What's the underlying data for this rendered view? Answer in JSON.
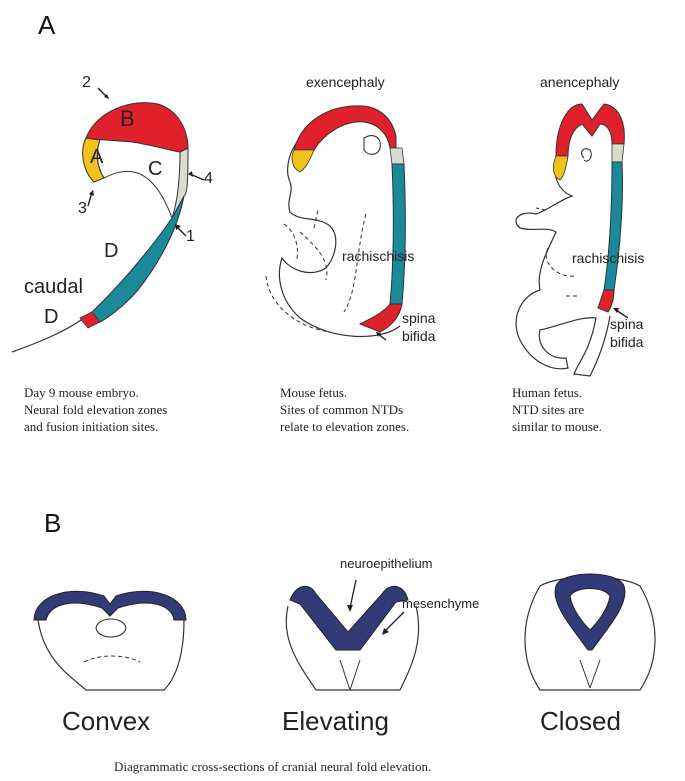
{
  "panel_a": {
    "letter": "A",
    "embryo": {
      "zone_labels": [
        "B",
        "A",
        "C",
        "D",
        "D"
      ],
      "site_numbers": [
        "2",
        "3",
        "4",
        "1"
      ],
      "caudal_label": "caudal",
      "caption": [
        "Day 9 mouse embryo.",
        "Neural fold elevation zones",
        "and fusion initiation sites."
      ]
    },
    "mouse": {
      "title": "exencephaly",
      "rachischisis": "rachischisis",
      "spina": "spina",
      "bifida": "bifida",
      "caption": [
        "Mouse fetus.",
        "Sites of common NTDs",
        "relate to elevation zones."
      ]
    },
    "human": {
      "title": "anencephaly",
      "rachischisis": "rachischisis",
      "spina": "spina",
      "bifida": "bifida",
      "caption": [
        "Human fetus.",
        "NTD sites are",
        "similar to mouse."
      ]
    }
  },
  "panel_b": {
    "letter": "B",
    "convex_label": "Convex",
    "elevating_label": "Elevating",
    "closed_label": "Closed",
    "neuroepithelium_label": "neuroepithelium",
    "mesenchyme_label": "mesenchyme",
    "caption": "Diagrammatic cross-sections of cranial neural fold elevation."
  },
  "colors": {
    "zone_b_red": "#e0202b",
    "zone_a_yellow": "#f2c21b",
    "zone_c_grey": "#d9dcd0",
    "zone_d_teal": "#1a8a9a",
    "neuroepithelium_blue": "#333a78"
  }
}
